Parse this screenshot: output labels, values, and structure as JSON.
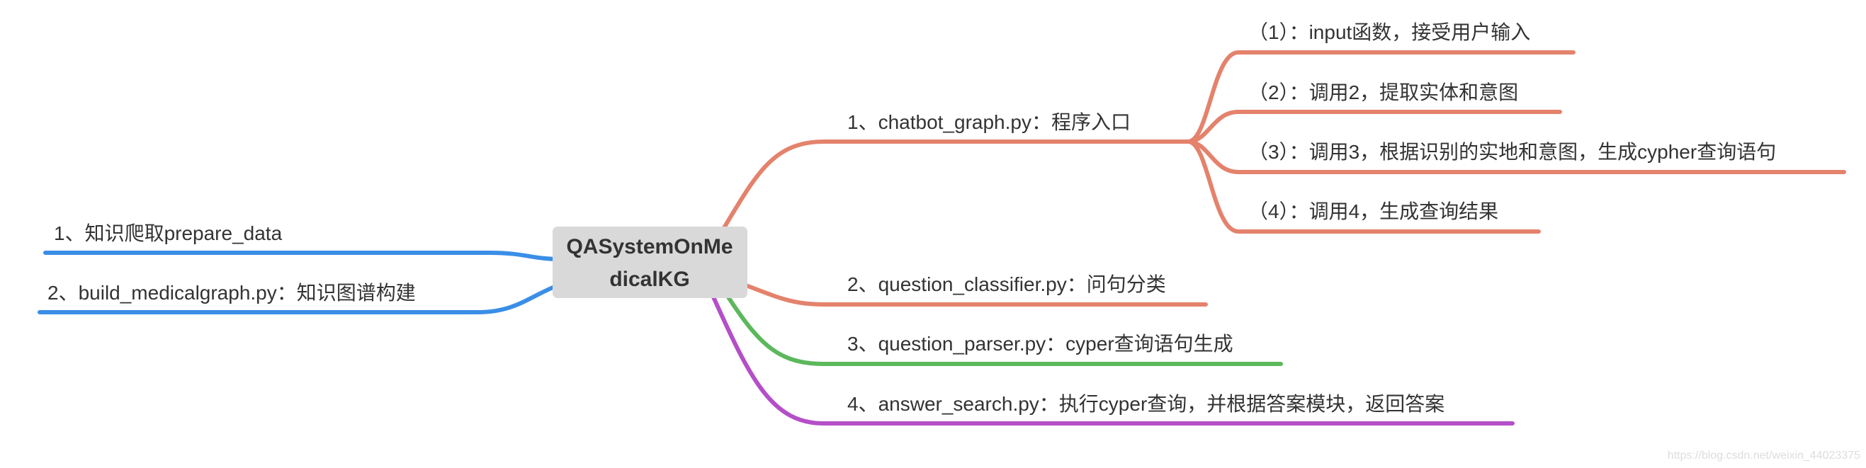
{
  "root": {
    "lines": [
      "QASystemOnMe",
      "dicalKG"
    ]
  },
  "left_branches": [
    {
      "label": "1、知识爬取prepare_data"
    },
    {
      "label": "2、build_medicalgraph.py：知识图谱构建"
    }
  ],
  "right_branches": [
    {
      "label": "1、chatbot_graph.py：程序入口",
      "children": [
        {
          "label": "（1）：input函数，接受用户输入"
        },
        {
          "label": "（2）：调用2，提取实体和意图"
        },
        {
          "label": "（3）：调用3，根据识别的实地和意图，生成cypher查询语句"
        },
        {
          "label": "（4）：调用4，生成查询结果"
        }
      ]
    },
    {
      "label": "2、question_classifier.py：问句分类"
    },
    {
      "label": "3、question_parser.py：cyper查询语句生成"
    },
    {
      "label": "4、answer_search.py：执行cyper查询，并根据答案模块，返回答案"
    }
  ],
  "colors": {
    "blue": "#3a8ee6",
    "salmon": "#e4826c",
    "green": "#5cb85c",
    "purple": "#b44fc8",
    "root_fill": "#d9d9d9"
  },
  "watermark": "https://blog.csdn.net/weixin_44023375"
}
